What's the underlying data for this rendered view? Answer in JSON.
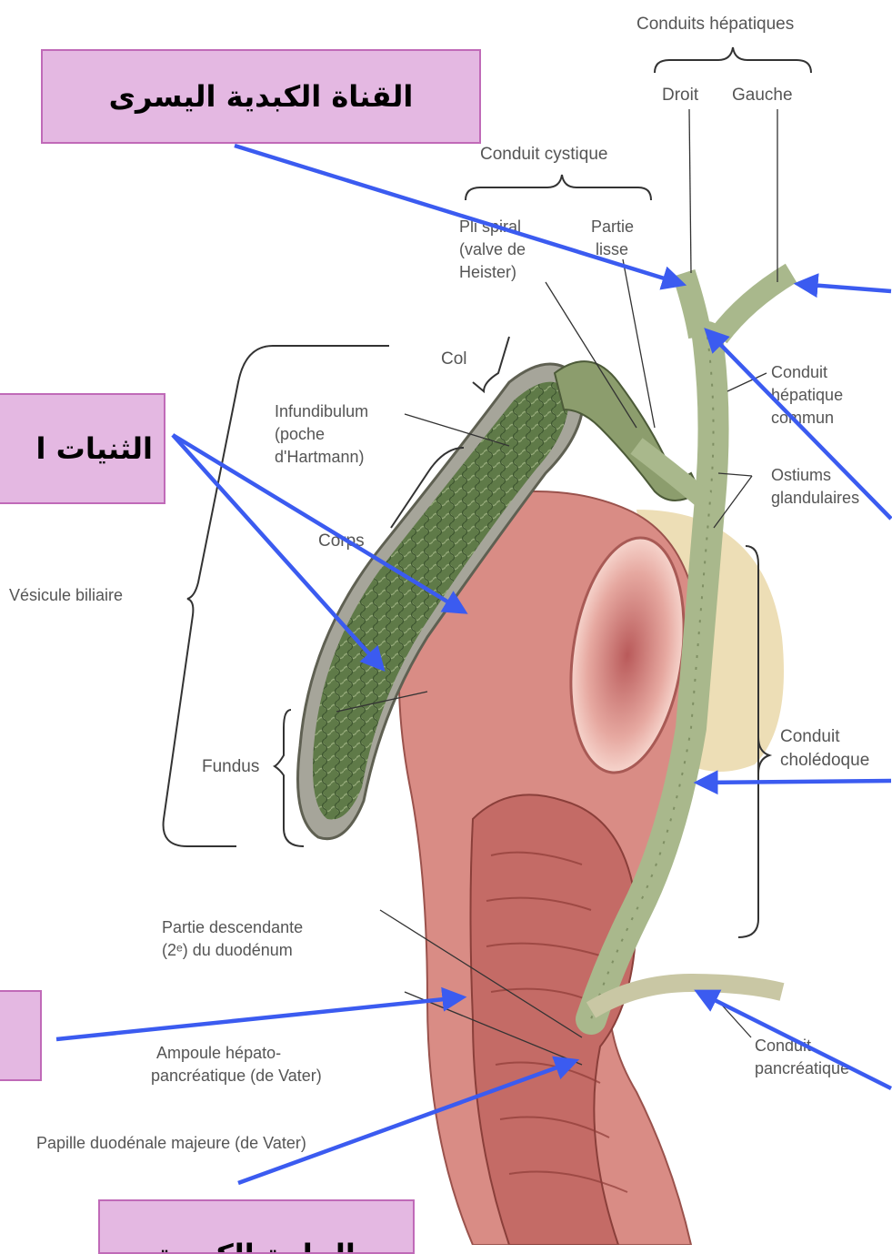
{
  "labels": {
    "hepatic_ducts": "Conduits hépatiques",
    "right": "Droit",
    "left": "Gauche",
    "cystic_duct": "Conduit cystique",
    "spiral_fold": "Pli spiral",
    "spiral_fold_2": "(valve de",
    "spiral_fold_3": "Heister)",
    "smooth_part": "Partie",
    "smooth_part_2": "lisse",
    "neck": "Col",
    "infundibulum": "Infundibulum",
    "infundibulum_2": "(poche",
    "infundibulum_3": "d'Hartmann)",
    "body": "Corps",
    "gallbladder": "Vésicule biliaire",
    "fundus": "Fundus",
    "common_hepatic": "Conduit",
    "common_hepatic_2": "hépatique",
    "common_hepatic_3": "commun",
    "ostium": "Ostiums",
    "ostium_2": "glandulaires",
    "bile_duct": "Conduit",
    "bile_duct_2": "cholédoque",
    "duodenum": "Partie descendante",
    "duodenum_2": "(2ᵉ) du duodénum",
    "ampulla": "Ampoule hépato-",
    "ampulla_2": "pancréatique (de Vater)",
    "pancreatic_duct": "Conduit",
    "pancreatic_duct_2": "pancréatique",
    "papilla": "Papille duodénale majeure (de Vater)"
  },
  "callouts": {
    "left_hepatic": "القناة الكبدية اليسرى",
    "folds": "الثنيات ا",
    "major_papilla": "الحلمة الكبيرة"
  },
  "colors": {
    "arrow": "#3b5bf0",
    "callout_fill": "#e4b8e2",
    "gallbladder": "#5f7a48",
    "duodenum": "#d98c85"
  }
}
